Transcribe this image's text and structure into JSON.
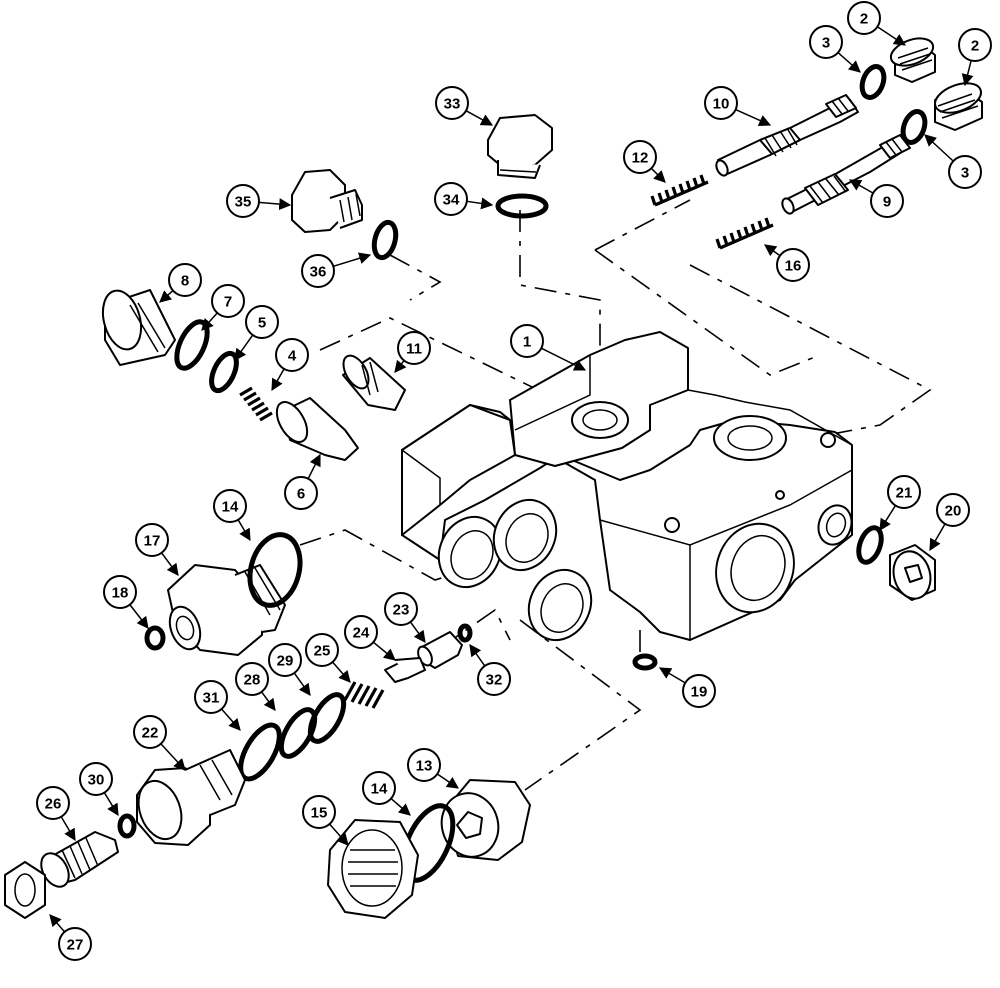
{
  "callouts": [
    "1",
    "2",
    "2",
    "3",
    "3",
    "4",
    "5",
    "6",
    "7",
    "8",
    "9",
    "10",
    "11",
    "12",
    "13",
    "14",
    "14",
    "15",
    "16",
    "17",
    "18",
    "19",
    "20",
    "21",
    "22",
    "23",
    "24",
    "25",
    "26",
    "27",
    "28",
    "29",
    "30",
    "31",
    "32",
    "33",
    "34",
    "35",
    "36"
  ]
}
